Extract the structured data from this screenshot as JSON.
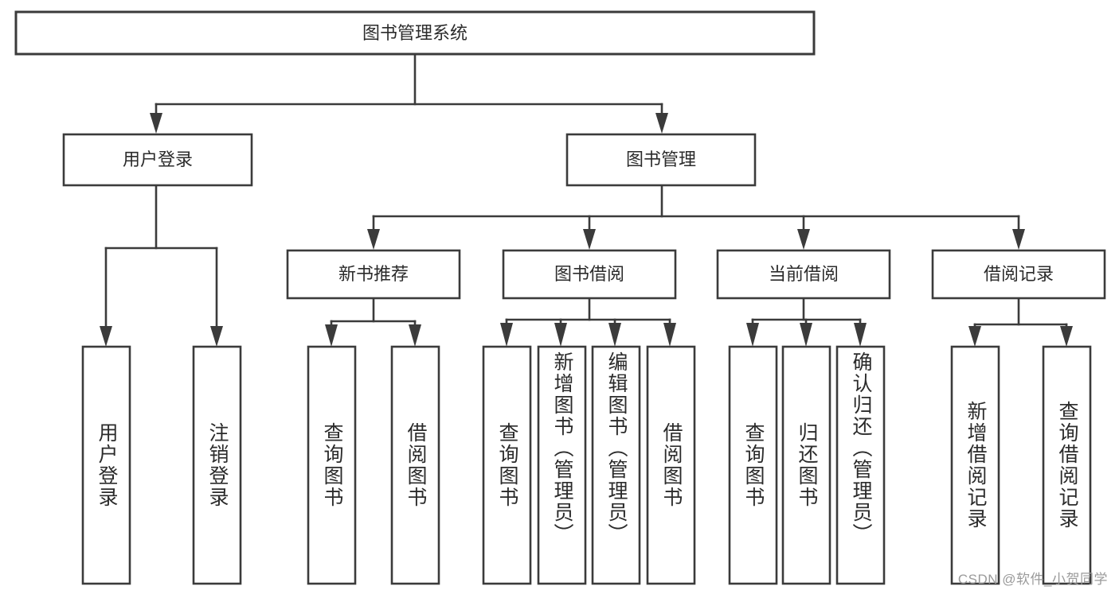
{
  "diagram": {
    "title": "图书管理系统",
    "watermark": "CSDN @软件_小贺同学",
    "stroke_color": "#3b3b3b",
    "text_color": "#2b2b2b",
    "background": "#ffffff",
    "nodes": {
      "root": "图书管理系统",
      "level2": {
        "user_login": "用户登录",
        "book_manage": "图书管理"
      },
      "level3": {
        "new_book_recommend": "新书推荐",
        "book_borrow": "图书借阅",
        "current_borrow": "当前借阅",
        "borrow_record": "借阅记录"
      },
      "leaves": {
        "user_login_1": "用户登录",
        "user_login_2": "注销登录",
        "new_book_1": "查询图书",
        "new_book_2": "借阅图书",
        "book_borrow_1": "查询图书",
        "book_borrow_2": "新增图书（管理员）",
        "book_borrow_3": "编辑图书（管理员）",
        "book_borrow_4": "借阅图书",
        "current_borrow_1": "查询图书",
        "current_borrow_2": "归还图书",
        "current_borrow_3": "确认归还（管理员）",
        "borrow_record_1": "新增借阅记录",
        "borrow_record_2": "查询借阅记录"
      }
    }
  }
}
